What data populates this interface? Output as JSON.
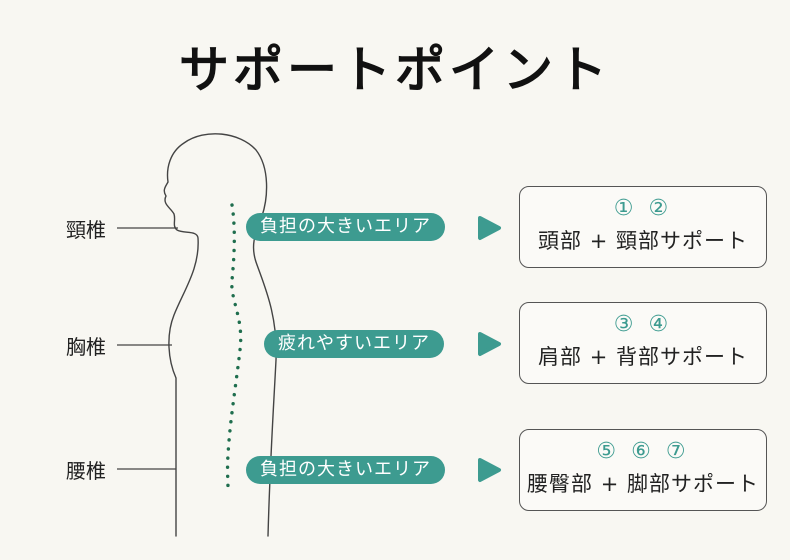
{
  "title": "サポートポイント",
  "spine_labels": {
    "cervical": "頸椎",
    "thoracic": "胸椎",
    "lumbar": "腰椎"
  },
  "zones": [
    {
      "tag": "負担の大きいエリア",
      "numbers": "① ②",
      "support": "頭部 + 頸部サポート"
    },
    {
      "tag": "疲れやすいエリア",
      "numbers": "③ ④",
      "support": "肩部 + 背部サポート"
    },
    {
      "tag": "負担の大きいエリア",
      "numbers": "⑤ ⑥ ⑦",
      "support": "腰臀部 + 脚部サポート"
    }
  ],
  "colors": {
    "accent": "#3d9b90",
    "background": "#f8f7f2",
    "outline": "#555555",
    "spine_dots": "#1f6e4e"
  }
}
